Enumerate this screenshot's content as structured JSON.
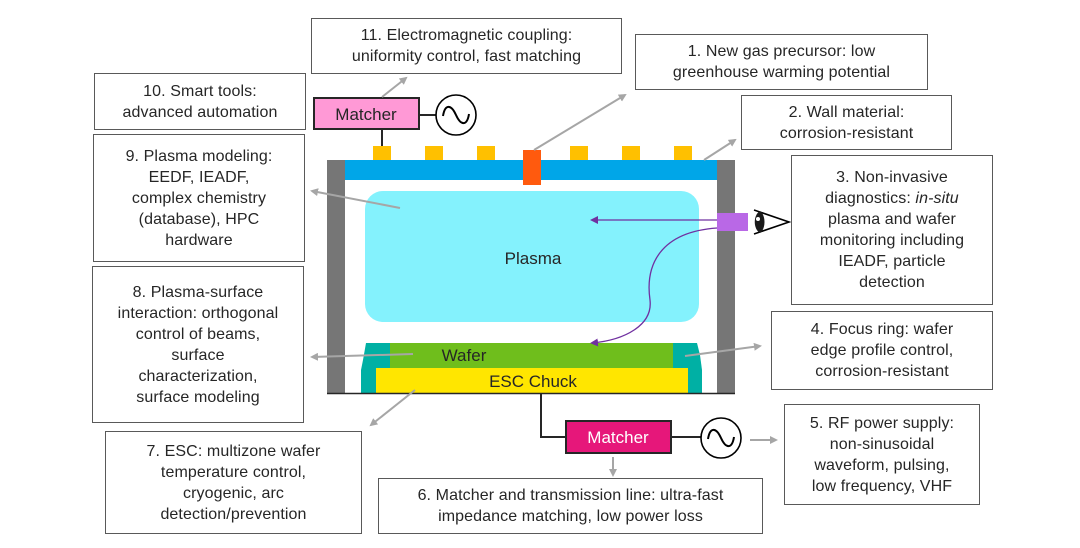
{
  "colors": {
    "wall": "#767676",
    "top_electrode": "#00a6e8",
    "coil_pads": "#ffc000",
    "gas_inlet": "#ff5a0e",
    "plasma": "#84f2fd",
    "wafer": "#6fbe1c",
    "esc_chuck": "#ffe600",
    "focus_ring": "#00b0a4",
    "probe": "#b968e6",
    "probe_beam": "#7030a0",
    "matcher_top": "#ff99d6",
    "matcher_bottom": "#e6177a",
    "callout_arrow": "#a6a6a6"
  },
  "chamber": {
    "plasma_label": "Plasma",
    "wafer_label": "Wafer",
    "chuck_label": "ESC Chuck"
  },
  "matchers": {
    "top_label": "Matcher",
    "bottom_label": "Matcher"
  },
  "callouts": [
    {
      "id": 1,
      "lines": [
        "1. New gas precursor: low",
        "greenhouse warming potential"
      ]
    },
    {
      "id": 2,
      "lines": [
        "2. Wall material:",
        "corrosion-resistant"
      ]
    },
    {
      "id": 3,
      "lines": [
        "3. Non-invasive",
        "diagnostics: ",
        "in-situ",
        "plasma and wafer",
        "monitoring including",
        "IEADF, particle",
        "detection"
      ]
    },
    {
      "id": 4,
      "lines": [
        "4. Focus ring: wafer",
        "edge profile control,",
        "corrosion-resistant"
      ]
    },
    {
      "id": 5,
      "lines": [
        "5. RF power supply:",
        "non-sinusoidal",
        "waveform, pulsing,",
        "low frequency, VHF"
      ]
    },
    {
      "id": 6,
      "lines": [
        "6. Matcher and transmission line: ultra-fast",
        "impedance matching, low power loss"
      ]
    },
    {
      "id": 7,
      "lines": [
        "7. ESC: multizone wafer",
        "temperature control,",
        "cryogenic, arc",
        "detection/prevention"
      ]
    },
    {
      "id": 8,
      "lines": [
        "8. Plasma-surface",
        "interaction: orthogonal",
        "control of beams,",
        "surface",
        "characterization,",
        "surface modeling"
      ]
    },
    {
      "id": 9,
      "lines": [
        "9. Plasma modeling:",
        "EEDF, IEADF,",
        "complex chemistry",
        "(database), HPC",
        "hardware"
      ]
    },
    {
      "id": 10,
      "lines": [
        "10. Smart tools:",
        "advanced automation"
      ]
    },
    {
      "id": 11,
      "lines": [
        "11. Electromagnetic coupling:",
        "uniformity control, fast matching"
      ]
    }
  ]
}
